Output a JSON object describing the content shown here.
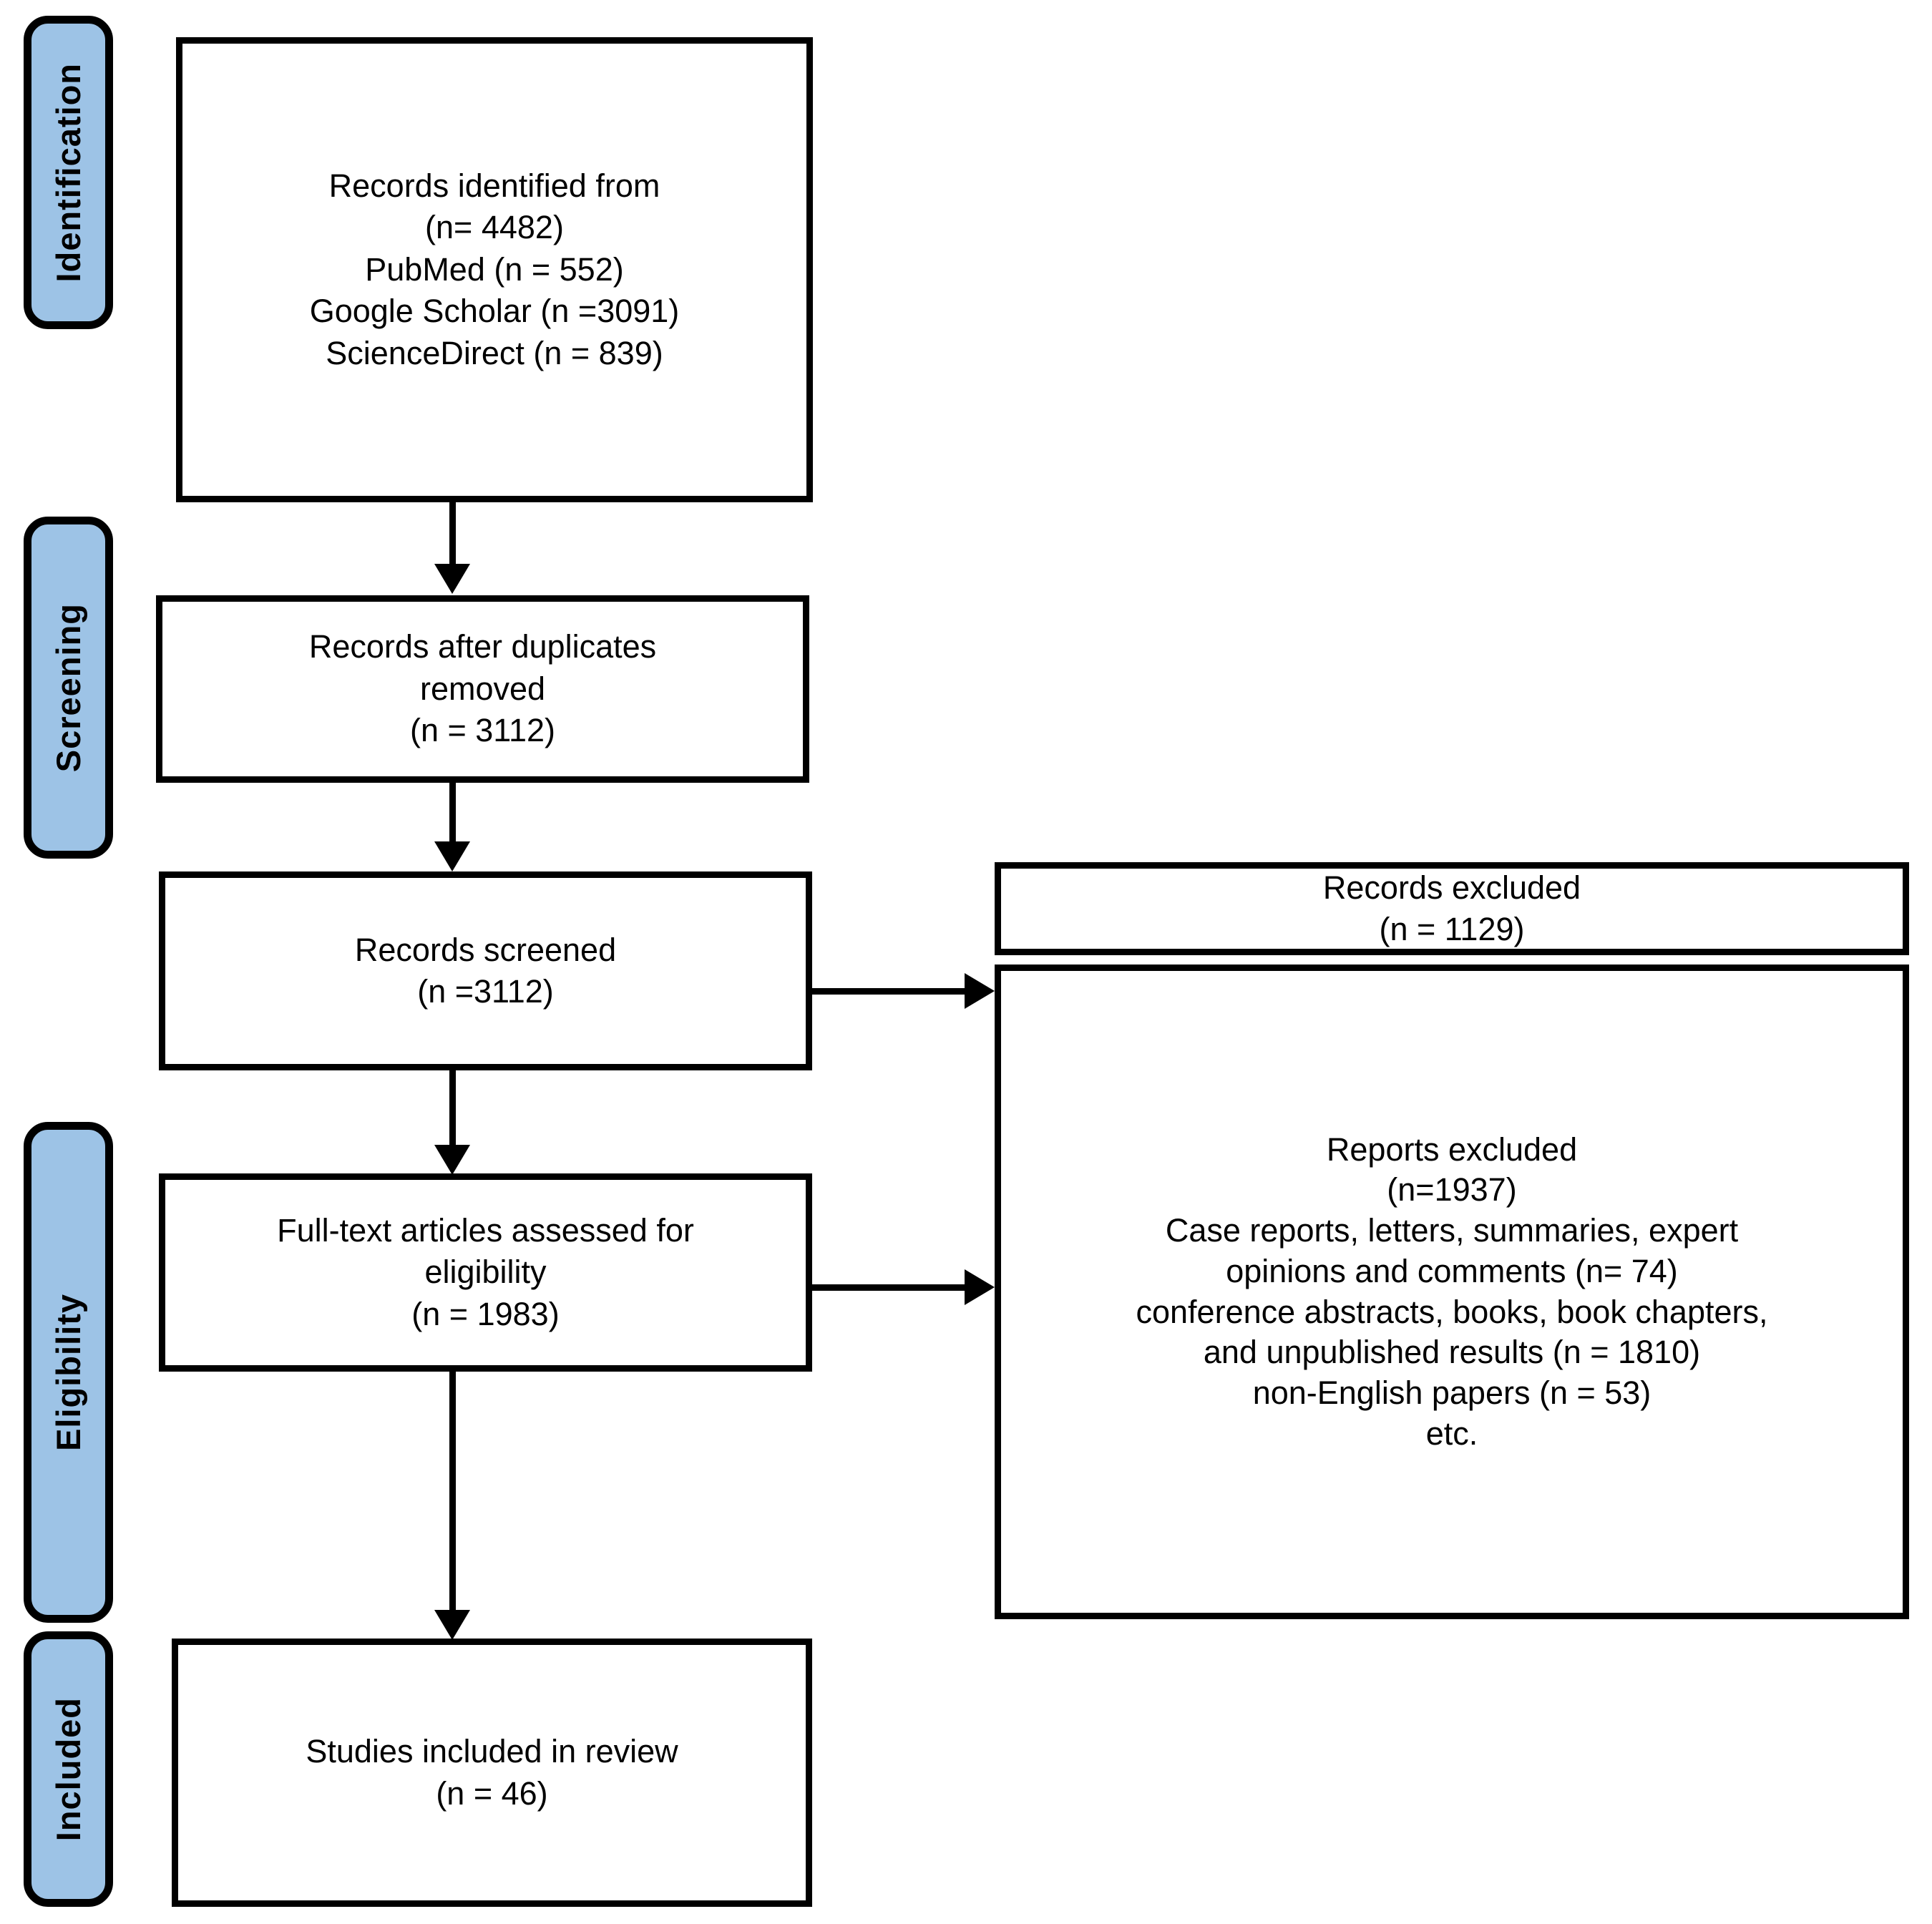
{
  "diagram": {
    "type": "prisma-flow-diagram",
    "accent_color": "#9DC3E6",
    "line_color": "#000000",
    "background_color": "#FFFFFF"
  },
  "stages": [
    {
      "id": "identification",
      "label": "Identification"
    },
    {
      "id": "screening",
      "label": "Screening"
    },
    {
      "id": "eligibility",
      "label": "Eligibility"
    },
    {
      "id": "included",
      "label": "Included"
    }
  ],
  "boxes": {
    "records_identified": {
      "text": "Records identified from\n(n= 4482)\nPubMed (n = 552)\nGoogle Scholar (n =3091)\nScienceDirect (n = 839)"
    },
    "duplicates_removed": {
      "text": "Records after duplicates\nremoved\n(n = 3112)"
    },
    "records_screened": {
      "text": "Records screened\n(n =3112)"
    },
    "records_excluded": {
      "text": "Records excluded\n(n = 1129)"
    },
    "fulltext_assessed": {
      "text": "Full-text articles assessed for\neligibility\n(n = 1983)"
    },
    "reports_excluded": {
      "text": "Reports excluded\n(n=1937)\nCase reports, letters, summaries, expert\nopinions and comments (n= 74)\nconference abstracts, books, book chapters,\nand unpublished results (n = 1810)\nnon-English papers (n = 53)\netc."
    },
    "studies_included": {
      "text": "Studies included in review\n(n = 46)"
    }
  },
  "chart_data": {
    "type": "flowchart",
    "title": "PRISMA Flow Diagram",
    "nodes": [
      {
        "id": "records_identified",
        "stage": "Identification",
        "label": "Records identified from",
        "n": 4482,
        "sources": [
          {
            "name": "PubMed",
            "n": 552
          },
          {
            "name": "Google Scholar",
            "n": 3091
          },
          {
            "name": "ScienceDirect",
            "n": 839
          }
        ]
      },
      {
        "id": "duplicates_removed",
        "stage": "Screening",
        "label": "Records after duplicates removed",
        "n": 3112
      },
      {
        "id": "records_screened",
        "stage": "Screening",
        "label": "Records screened",
        "n": 3112
      },
      {
        "id": "records_excluded",
        "stage": "Screening",
        "label": "Records excluded",
        "n": 1129
      },
      {
        "id": "fulltext_assessed",
        "stage": "Eligibility",
        "label": "Full-text articles assessed for eligibility",
        "n": 1983
      },
      {
        "id": "reports_excluded",
        "stage": "Eligibility",
        "label": "Reports excluded",
        "n": 1937,
        "reasons": [
          {
            "reason": "Case reports, letters, summaries, expert opinions and comments",
            "n": 74
          },
          {
            "reason": "conference abstracts, books, book chapters, and unpublished results",
            "n": 1810
          },
          {
            "reason": "non-English papers",
            "n": 53
          },
          {
            "reason": "etc.",
            "n": null
          }
        ]
      },
      {
        "id": "studies_included",
        "stage": "Included",
        "label": "Studies included in review",
        "n": 46
      }
    ],
    "edges": [
      {
        "from": "records_identified",
        "to": "duplicates_removed",
        "direction": "down"
      },
      {
        "from": "duplicates_removed",
        "to": "records_screened",
        "direction": "down"
      },
      {
        "from": "records_screened",
        "to": "records_excluded",
        "direction": "right"
      },
      {
        "from": "records_screened",
        "to": "fulltext_assessed",
        "direction": "down"
      },
      {
        "from": "fulltext_assessed",
        "to": "reports_excluded",
        "direction": "right"
      },
      {
        "from": "fulltext_assessed",
        "to": "studies_included",
        "direction": "down"
      }
    ]
  }
}
